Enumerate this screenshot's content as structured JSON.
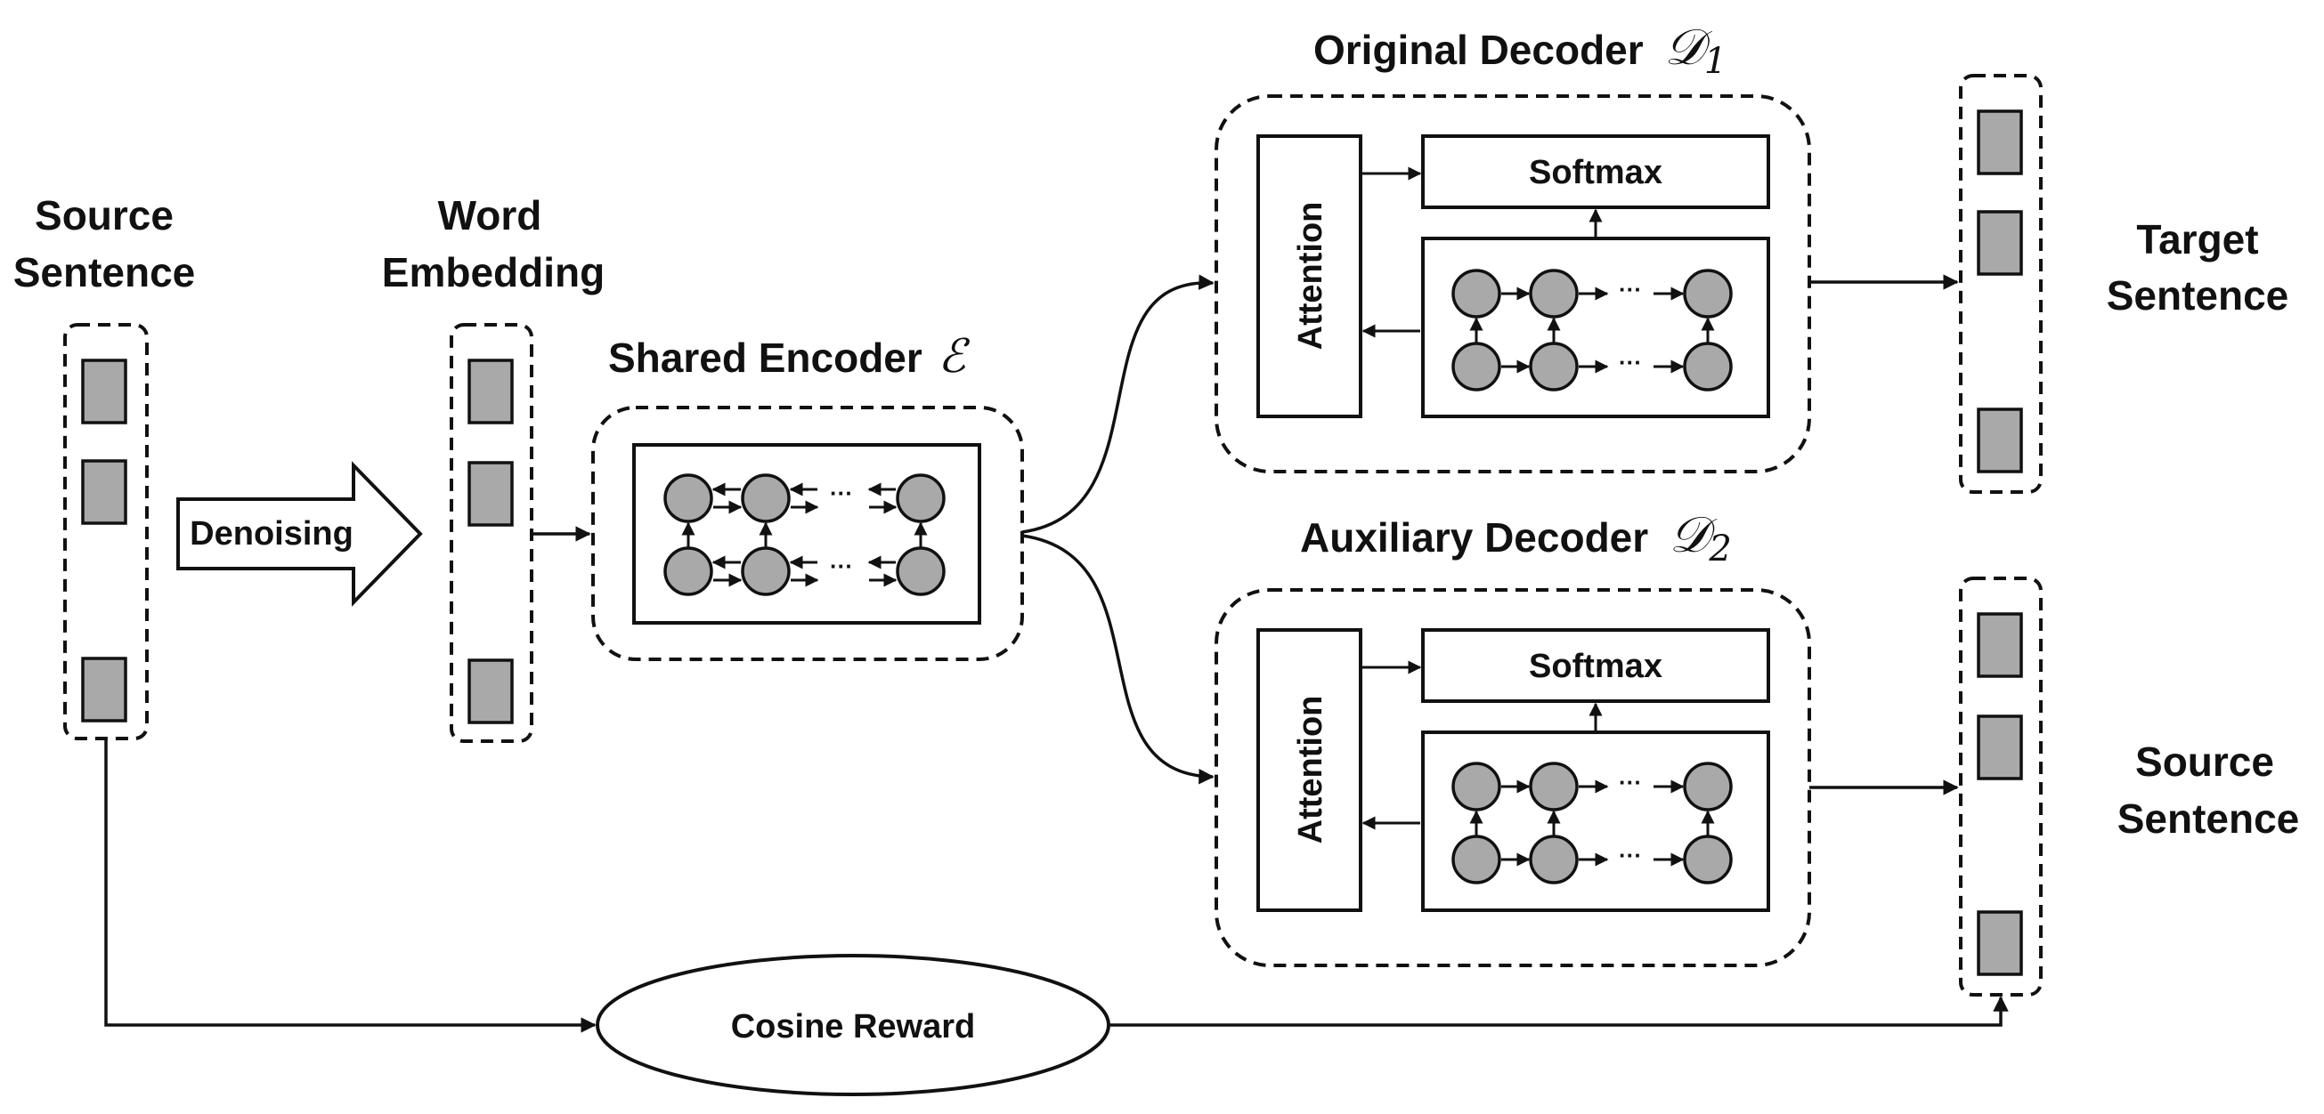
{
  "labels": {
    "source_sentence_line1": "Source",
    "source_sentence_line2": "Sentence",
    "word_embedding_line1": "Word",
    "word_embedding_line2": "Embedding",
    "denoising": "Denoising",
    "shared_encoder": "Shared Encoder",
    "shared_encoder_symbol": "ℰ",
    "original_decoder": "Original Decoder",
    "original_decoder_symbol": "𝒟",
    "original_decoder_subscript": "1",
    "auxiliary_decoder": "Auxiliary Decoder",
    "auxiliary_decoder_symbol": "𝒟",
    "auxiliary_decoder_subscript": "2",
    "attention": "Attention",
    "softmax": "Softmax",
    "ellipsis": "···",
    "target_sentence_line1": "Target",
    "target_sentence_line2": "Sentence",
    "output_source_line1": "Source",
    "output_source_line2": "Sentence",
    "cosine_reward": "Cosine Reward"
  },
  "colors": {
    "cell_fill": "#a9a9a9",
    "stroke": "#111111",
    "background": "#ffffff"
  }
}
